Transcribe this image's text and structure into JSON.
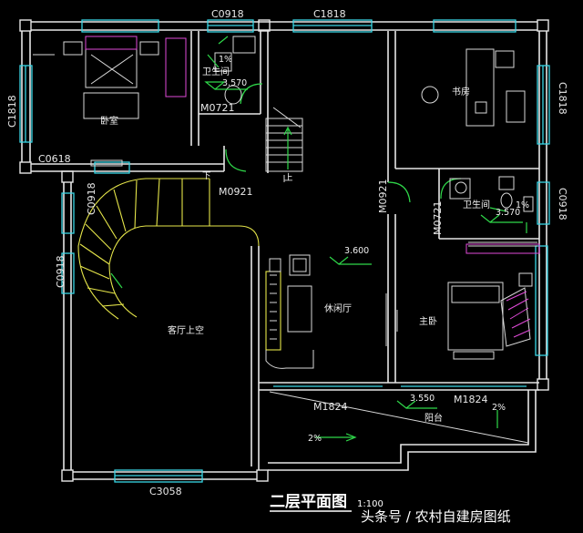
{
  "rooms": {
    "bedroom_small": "卧室",
    "bathroom_top": "卫生间",
    "study": "书房",
    "bathroom_right": "卫生间",
    "lounge": "休闲厅",
    "master_bedroom": "主卧",
    "living_void": "客厅上空",
    "balcony": "阳台"
  },
  "labels": {
    "c0918_top": "C0918",
    "c1818_top": "C1818",
    "c1818_left": "C1818",
    "c1818_right": "C1818",
    "c0618": "C0618",
    "c0918_left_a": "C0918",
    "c0918_left_b": "C0918",
    "c0918_right": "C0918",
    "m0921_a": "M0921",
    "m0921_b": "M0921",
    "m0721_a": "M0721",
    "m0721_b": "M0721",
    "m1824_a": "M1824",
    "m1824_b": "M1824",
    "c3058": "C3058"
  },
  "levels": {
    "bath_top": "3.570",
    "bath_right": "3.570",
    "lounge": "3.600",
    "balcony": "3.550"
  },
  "slopes": {
    "bath_top": "1%",
    "bath_right": "1%",
    "balcony_left": "2%",
    "balcony_right": "2%"
  },
  "stairs": {
    "up_top": "上",
    "down_top": "下"
  },
  "title": "二层平面图",
  "scale": "1:100",
  "watermark": "头条号 / 农村自建房图纸",
  "colors": {
    "wall": "#e6e6e6",
    "window": "#39d7e6",
    "stair": "#e6e64a",
    "door": "#2fd84a"
  }
}
